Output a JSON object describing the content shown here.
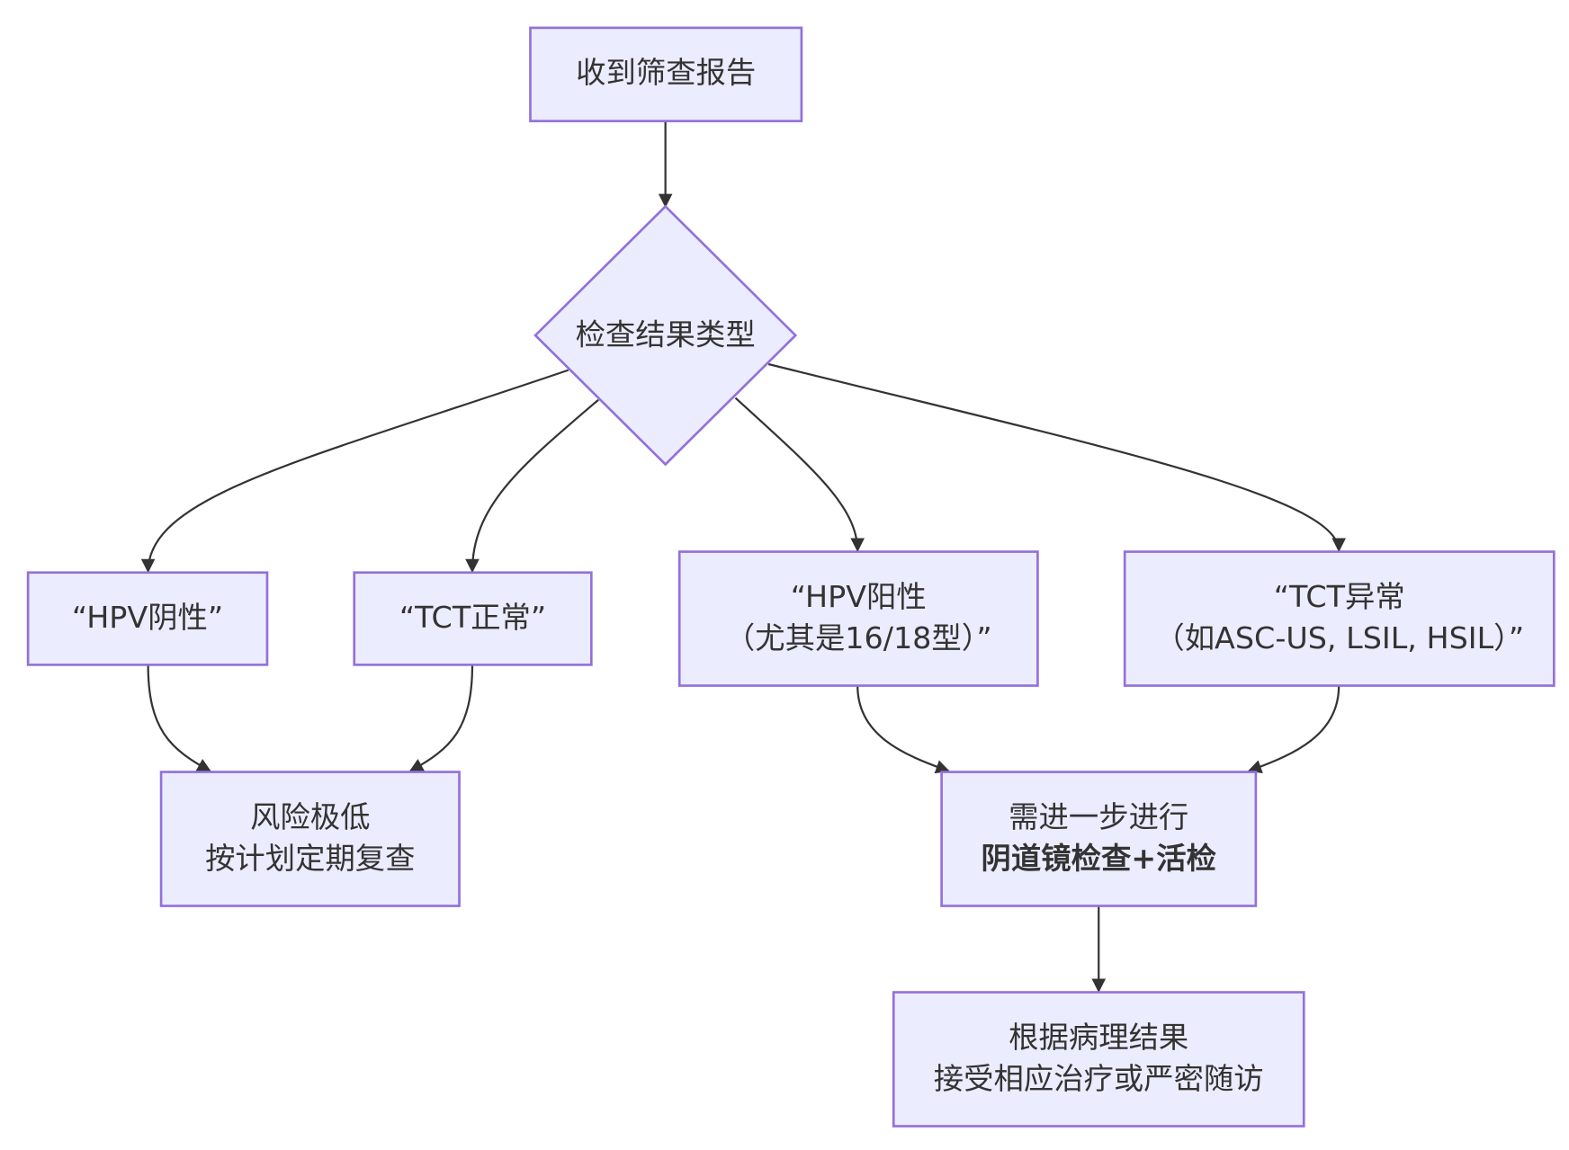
{
  "nodes": {
    "start": {
      "lines": [
        "收到筛查报告"
      ]
    },
    "decision": {
      "lines": [
        "检查结果类型"
      ]
    },
    "hpv_negative": {
      "lines": [
        "“HPV阴性”"
      ]
    },
    "tct_normal": {
      "lines": [
        "“TCT正常”"
      ]
    },
    "hpv_positive": {
      "lines": [
        "“HPV阳性",
        "（尤其是16/18型）”"
      ]
    },
    "tct_abnormal": {
      "lines": [
        "“TCT异常",
        "（如ASC-US, LSIL, HSIL）”"
      ]
    },
    "low_risk": {
      "lines": [
        "风险极低",
        "按计划定期复查"
      ]
    },
    "further_check": {
      "lines": [
        "需进一步进行",
        "阴道镜检查+活检"
      ]
    },
    "treatment": {
      "lines": [
        "根据病理结果",
        "接受相应治疗或严密随访"
      ]
    }
  },
  "edges": [
    {
      "from": "start",
      "to": "decision"
    },
    {
      "from": "decision",
      "to": "hpv_negative"
    },
    {
      "from": "decision",
      "to": "tct_normal"
    },
    {
      "from": "decision",
      "to": "hpv_positive"
    },
    {
      "from": "decision",
      "to": "tct_abnormal"
    },
    {
      "from": "hpv_negative",
      "to": "low_risk"
    },
    {
      "from": "tct_normal",
      "to": "low_risk"
    },
    {
      "from": "hpv_positive",
      "to": "further_check"
    },
    {
      "from": "tct_abnormal",
      "to": "further_check"
    },
    {
      "from": "further_check",
      "to": "treatment"
    }
  ],
  "colors": {
    "node_fill": "#ECECFF",
    "node_stroke": "#9370DB",
    "edge": "#333333",
    "text": "#333333"
  }
}
